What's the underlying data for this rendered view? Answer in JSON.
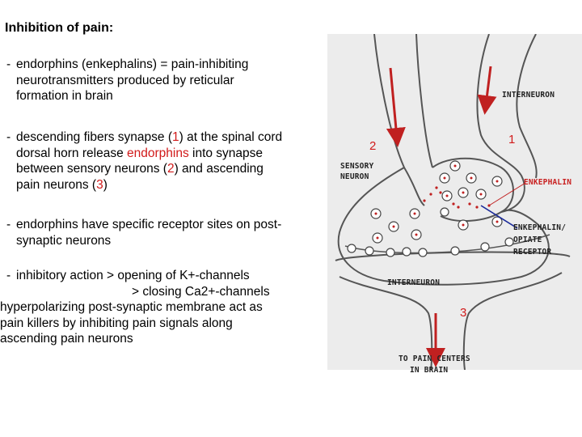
{
  "title": "Inhibition of pain:",
  "bullets": [
    {
      "lines": [
        "endorphins (enkephalins) = pain-inhibiting",
        "neurotransmitters produced by reticular",
        "formation in brain"
      ]
    },
    {
      "line1_pre": "descending fibers synapse (",
      "line1_num": "1",
      "line1_post": ") at the spinal cord",
      "line2_pre": "dorsal horn release ",
      "line2_red": "endorphins",
      "line2_post": " into synapse",
      "line3_pre": "between sensory neurons (",
      "line3_num": "2",
      "line3_post": ") and ascending",
      "line4_pre": "pain neurons (",
      "line4_num": "3",
      "line4_post": ")"
    },
    {
      "lines": [
        "endorphins have specific receptor sites on post-",
        "synaptic neurons"
      ]
    },
    {
      "line1": "inhibitory action   > opening of K+-channels",
      "line2": "> closing Ca2+-channels",
      "line3": "hyperpolarizing post-synaptic membrane act as",
      "line4": "pain killers by inhibiting pain signals along",
      "line5": "ascending pain neurons"
    }
  ],
  "dash": "-",
  "diagram": {
    "labels": {
      "interneuron_top": "INTERNEURON",
      "sensory_neuron_1": "SENSORY",
      "sensory_neuron_2": "NEURON",
      "enkephalin": "ENKEPHALIN",
      "receptor_1": "ENKEPHALIN/",
      "receptor_2": "OPIATE",
      "receptor_3": "RECEPTOR",
      "interneuron_bottom": "INTERNEURON",
      "pain_centers_1": "TO PAIN CENTERS",
      "pain_centers_2": "IN BRAIN"
    },
    "numbers": {
      "n1": "1",
      "n2": "2",
      "n3": "3"
    },
    "colors": {
      "arrow": "#c02020",
      "outline": "#555555",
      "background": "#ececec",
      "receptor_line": "#1a2a9a"
    }
  }
}
